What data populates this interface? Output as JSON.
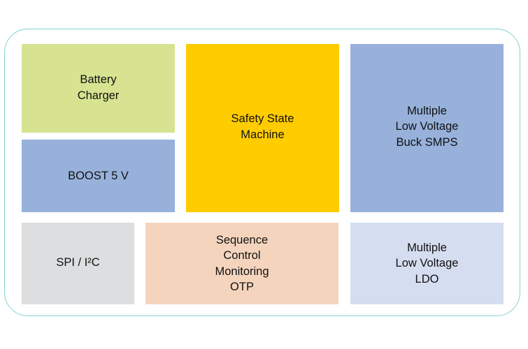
{
  "colors": {
    "frame_border": "#7fd3cf",
    "battery_charger": "#d7e391",
    "boost": "#97b1db",
    "safety_state_machine": "#ffcc00",
    "buck_smps": "#97b1db",
    "spi_i2c": "#dcdedf",
    "sequence_control": "#f5d4bd",
    "ldo": "#d5ddf0"
  },
  "blocks": [
    {
      "id": "battery_charger",
      "lines": [
        "Battery",
        "Charger"
      ]
    },
    {
      "id": "boost",
      "lines": [
        "BOOST 5 V"
      ]
    },
    {
      "id": "safety_state_machine",
      "lines": [
        "Safety State",
        "Machine"
      ]
    },
    {
      "id": "buck_smps",
      "lines": [
        "Multiple",
        "Low Voltage",
        "Buck SMPS"
      ]
    },
    {
      "id": "spi_i2c",
      "lines": [
        "SPI / I²C"
      ]
    },
    {
      "id": "sequence_control",
      "lines": [
        "Sequence",
        "Control",
        "Monitoring",
        "OTP"
      ]
    },
    {
      "id": "ldo",
      "lines": [
        "Multiple",
        "Low Voltage",
        "LDO"
      ]
    }
  ]
}
